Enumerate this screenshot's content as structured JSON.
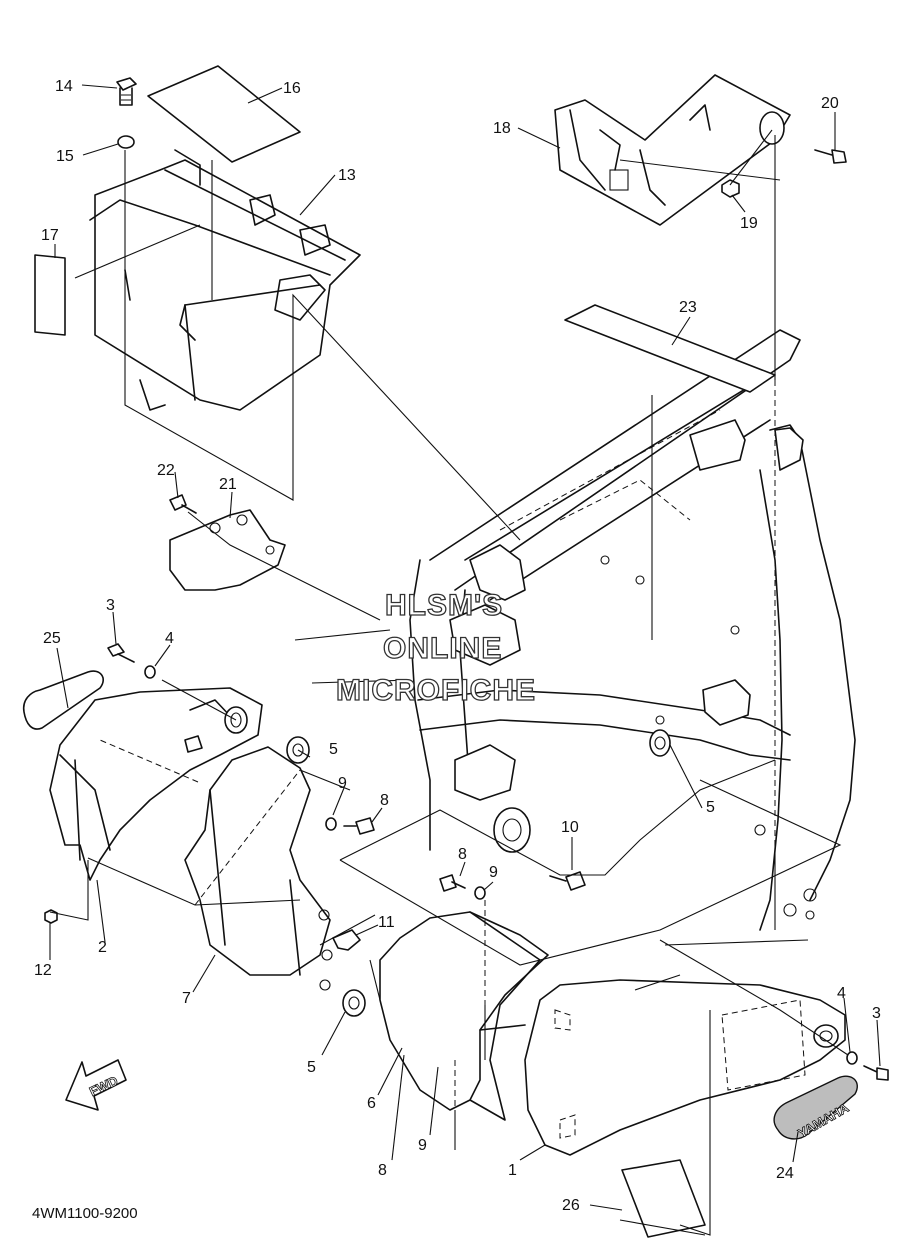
{
  "part_numbers": [
    "14",
    "15",
    "16",
    "17",
    "13",
    "18",
    "20",
    "19",
    "23",
    "22",
    "21",
    "3",
    "4",
    "25",
    "5",
    "9",
    "8",
    "10",
    "8",
    "9",
    "11",
    "2",
    "12",
    "7",
    "5",
    "6",
    "4",
    "3",
    "24",
    "8",
    "9",
    "1",
    "26",
    "5"
  ],
  "watermark": [
    "HLSM'S",
    "ONLINE",
    "MICROFICHE"
  ],
  "diagram_code": "4WM1100-9200",
  "fwd_label": "FWD",
  "emblem_label": "YAMAHA",
  "colors": {
    "line": "#111111",
    "badge_fill": "#bdbdbd",
    "background": "#ffffff"
  }
}
